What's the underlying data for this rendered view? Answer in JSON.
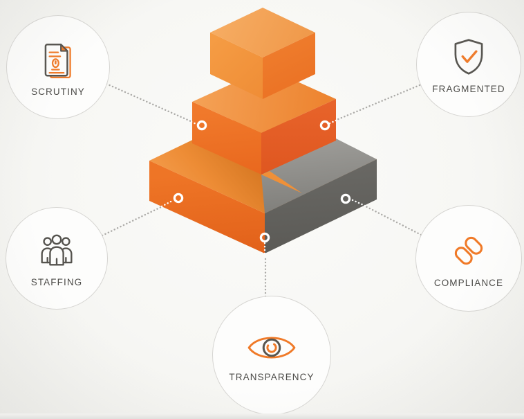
{
  "diagram": {
    "type": "isometric-step-pyramid-infographic",
    "tier_count": 3,
    "colors": {
      "accent_orange": "#F07A28",
      "icon_gray": "#55534E",
      "label_gray": "#4B4A47",
      "pyramid_orange_light": "#F4A458",
      "pyramid_orange_dark": "#E05720",
      "pyramid_gray_top": "#908F8B",
      "pyramid_gray_side": "#5E5D59",
      "circle_border": "#D6D5D2",
      "connector_gray": "#ABAAA7",
      "connector_white": "#FFFFFF"
    }
  },
  "nodes": [
    {
      "id": "scrutiny",
      "label": "SCRUTINY",
      "icon": "document-icon",
      "position": "top-left"
    },
    {
      "id": "fragmented",
      "label": "FRAGMENTED",
      "icon": "shield-check-icon",
      "position": "top-right"
    },
    {
      "id": "staffing",
      "label": "STAFFING",
      "icon": "people-icon",
      "position": "bottom-left"
    },
    {
      "id": "compliance",
      "label": "COMPLIANCE",
      "icon": "chain-link-icon",
      "position": "bottom-right"
    },
    {
      "id": "transparency",
      "label": "TRANSPARENCY",
      "icon": "eye-icon",
      "position": "bottom-center"
    }
  ]
}
